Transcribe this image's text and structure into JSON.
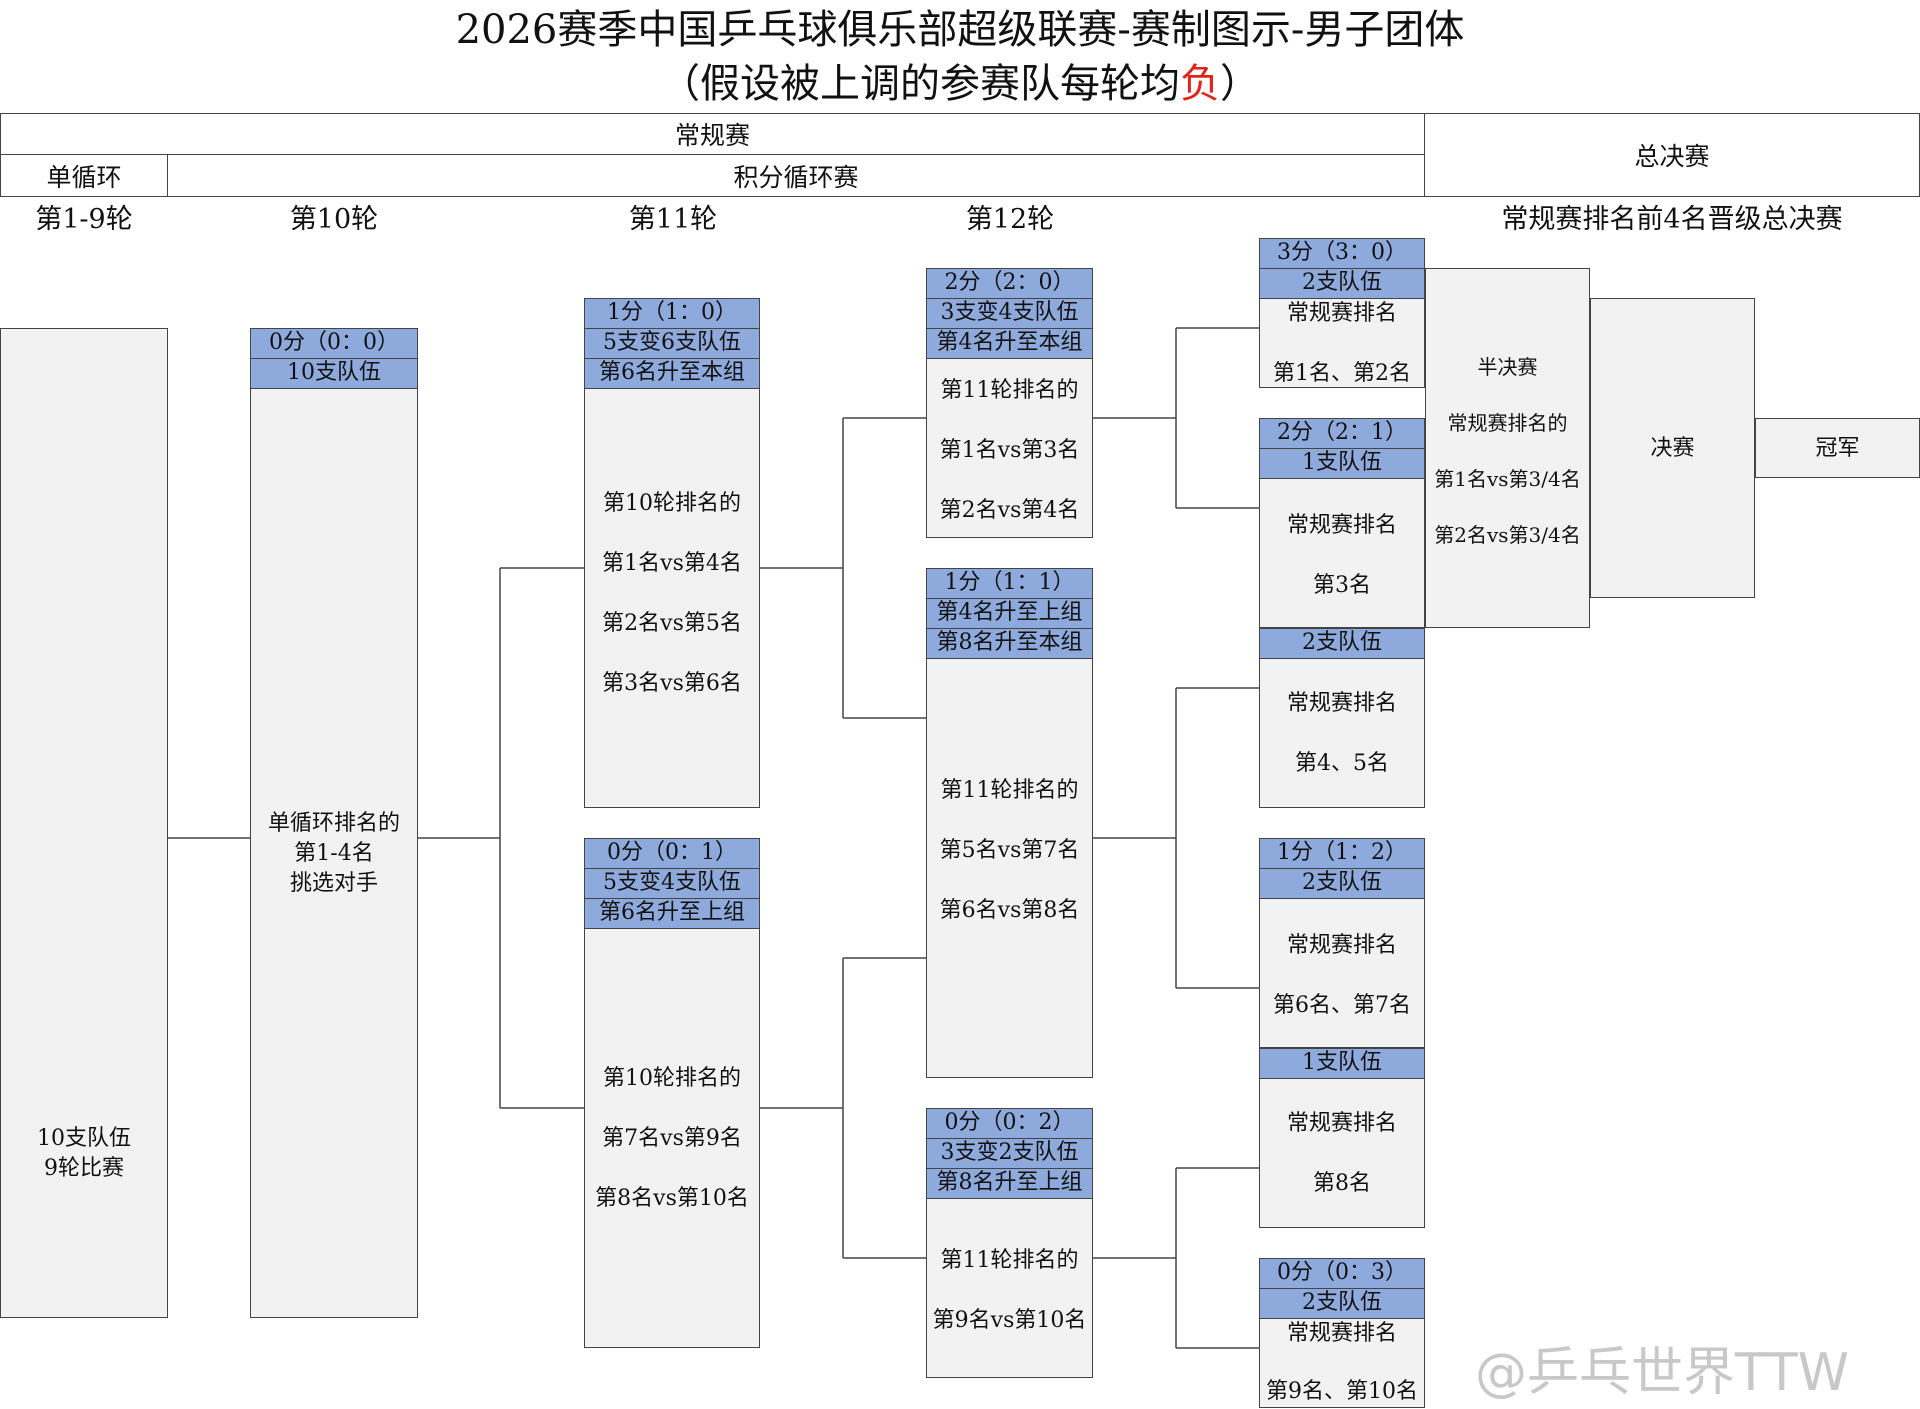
{
  "title": {
    "line1": "2026赛季中国乒乓球俱乐部超级联赛-赛制图示-男子团体",
    "line2_prefix": "（假设被上调的参赛队每轮均",
    "line2_red": "负",
    "line2_suffix": "）"
  },
  "header": {
    "regular": "常规赛",
    "finals": "总决赛",
    "single_rr": "单循环",
    "points_rr": "积分循环赛"
  },
  "rounds": {
    "r1_9": "第1-9轮",
    "r10": "第10轮",
    "r11": "第11轮",
    "r12": "第12轮",
    "finals_note": "常规赛排名前4名晋级总决赛"
  },
  "boxes": {
    "b19": {
      "l1": "10支队伍",
      "l2": "9轮比赛"
    },
    "b10": {
      "h1": "0分（0：0）",
      "h2": "10支队伍",
      "l1": "单循环排名的",
      "l2": "第1-4名",
      "l3": "挑选对手"
    },
    "b11a": {
      "h1": "1分（1：0）",
      "h2": "5支变6支队伍",
      "h3": "第6名升至本组",
      "l1": "第10轮排名的",
      "l2": "第1名vs第4名",
      "l3": "第2名vs第5名",
      "l4": "第3名vs第6名"
    },
    "b11b": {
      "h1": "0分（0：1）",
      "h2": "5支变4支队伍",
      "h3": "第6名升至上组",
      "l1": "第10轮排名的",
      "l2": "第7名vs第9名",
      "l3": "第8名vs第10名"
    },
    "b12a": {
      "h1": "2分（2：0）",
      "h2": "3支变4支队伍",
      "h3": "第4名升至本组",
      "l1": "第11轮排名的",
      "l2": "第1名vs第3名",
      "l3": "第2名vs第4名"
    },
    "b12b": {
      "h1": "1分（1：1）",
      "h2": "第4名升至上组",
      "h3": "第8名升至本组",
      "l1": "第11轮排名的",
      "l2": "第5名vs第7名",
      "l3": "第6名vs第8名"
    },
    "b12c": {
      "h1": "0分（0：2）",
      "h2": "3支变2支队伍",
      "h3": "第8名升至上组",
      "l1": "第11轮排名的",
      "l2": "第9名vs第10名"
    },
    "r1": {
      "h1": "3分（3：0）",
      "h2": "2支队伍",
      "l1": "常规赛排名",
      "l2": "第1名、第2名"
    },
    "r2": {
      "h1": "2分（2：1）",
      "h2": "1支队伍",
      "l1": "常规赛排名",
      "l2": "第3名"
    },
    "r3": {
      "h1": "2支队伍",
      "l1": "常规赛排名",
      "l2": "第4、5名"
    },
    "r4": {
      "h1": "1分（1：2）",
      "h2": "2支队伍",
      "l1": "常规赛排名",
      "l2": "第6名、第7名"
    },
    "r5": {
      "h1": "1支队伍",
      "l1": "常规赛排名",
      "l2": "第8名"
    },
    "r6": {
      "h1": "0分（0：3）",
      "h2": "2支队伍",
      "l1": "常规赛排名",
      "l2": "第9名、第10名"
    },
    "semi": {
      "l1": "半决赛",
      "l2": "常规赛排名的",
      "l3": "第1名vs第3/4名",
      "l4": "第2名vs第3/4名"
    },
    "final": {
      "l1": "决赛"
    },
    "champion": {
      "l1": "冠军"
    }
  },
  "watermark": "@乒乓世界TTW"
}
